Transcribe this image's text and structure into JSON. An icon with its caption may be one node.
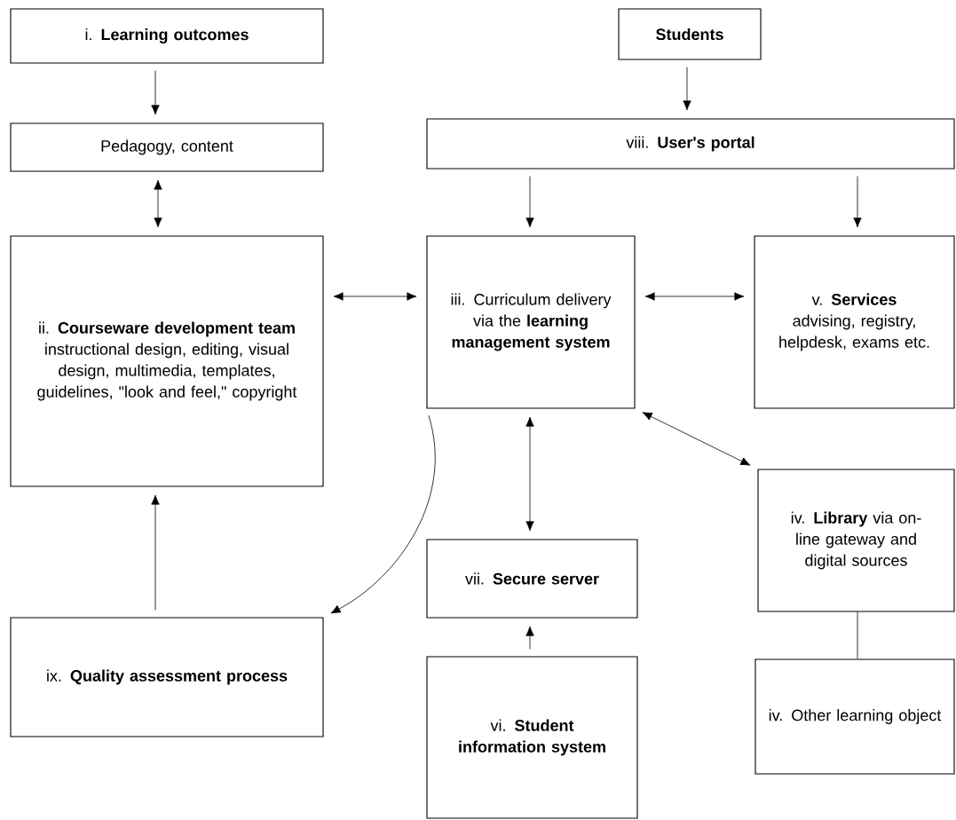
{
  "diagram": {
    "nodes": [
      {
        "text": [
          "i. **Learning outcomes**"
        ]
      },
      {
        "text": [
          "Pedagogy, content"
        ]
      },
      {
        "text": [
          "ii. **Courseware development team**",
          "instructional design, editing, visual design, multimedia, templates, guidelines, \"look and feel,\" copyright"
        ]
      },
      {
        "text": [
          "**Students**"
        ]
      },
      {
        "text": [
          "viii. **User's portal**"
        ]
      },
      {
        "text": [
          "iii. Curriculum delivery via the **learning management system**"
        ]
      },
      {
        "text": [
          "v. **Services**",
          "advising, registry, helpdesk, exams etc."
        ]
      },
      {
        "text": [
          "iv. **Library** via on-line gateway and digital sources"
        ]
      },
      {
        "text": [
          "vii. **Secure server**"
        ]
      },
      {
        "text": [
          "ix. **Quality assessment process**"
        ]
      },
      {
        "text": [
          "vi. **Student information system**"
        ]
      },
      {
        "text": [
          "iv. Other learning object"
        ]
      }
    ],
    "edges": [
      {
        "from": 0,
        "to": 1,
        "arrow": "to"
      },
      {
        "from": 1,
        "to": 2,
        "arrow": "both"
      },
      {
        "from": 2,
        "to": 5,
        "arrow": "both"
      },
      {
        "from": 3,
        "to": 4,
        "arrow": "to"
      },
      {
        "from": 4,
        "to": 5,
        "arrow": "to"
      },
      {
        "from": 4,
        "to": 6,
        "arrow": "to"
      },
      {
        "from": 5,
        "to": 6,
        "arrow": "both"
      },
      {
        "from": 5,
        "to": 7,
        "arrow": "both"
      },
      {
        "from": 5,
        "to": 9,
        "arrow": "to"
      },
      {
        "from": 5,
        "to": 8,
        "arrow": "both"
      },
      {
        "from": 9,
        "to": 2,
        "arrow": "to"
      },
      {
        "from": 10,
        "to": 8,
        "arrow": "to"
      },
      {
        "from": 7,
        "to": 11,
        "arrow": "none"
      }
    ]
  }
}
